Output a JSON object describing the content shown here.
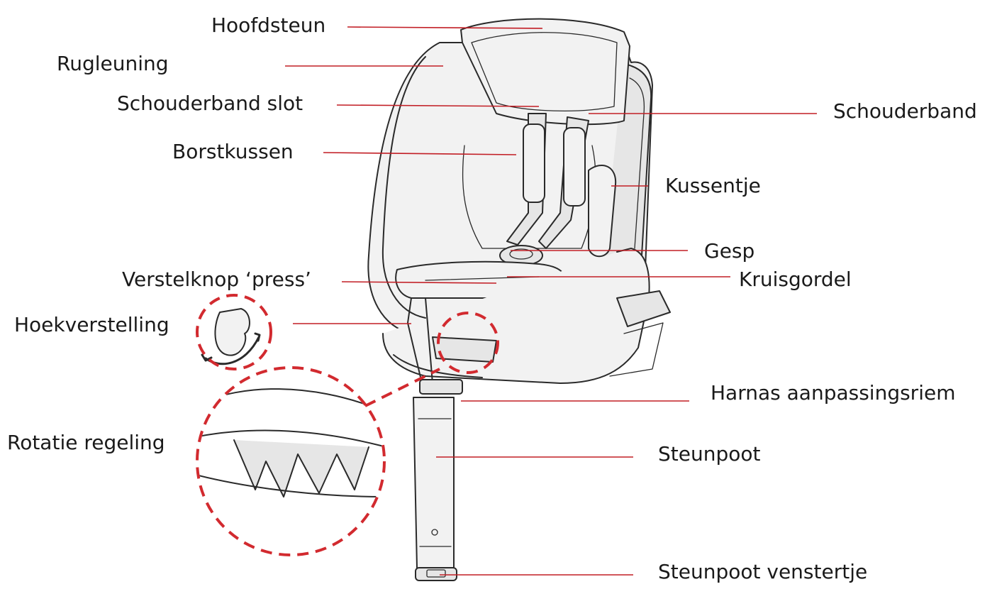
{
  "labels": {
    "hoofdsteun": "Hoofdsteun",
    "rugleuning": "Rugleuning",
    "schouderband_slot": "Schouderband slot",
    "schouderband": "Schouderband",
    "borstkussen": "Borstkussen",
    "kussentje": "Kussentje",
    "gesp": "Gesp",
    "verstelknop": "Verstelknop ‘press’",
    "kruisgordel": "Kruisgordel",
    "hoekverstelling": "Hoekverstelling",
    "harnas": "Harnas aanpassingsriem",
    "rotatie": "Rotatie regeling",
    "steunpoot": "Steunpoot",
    "steunpoot_venstertje": "Steunpoot venstertje"
  },
  "colors": {
    "leader": "#c21e25",
    "callout": "#d22a2f",
    "text": "#1a1a1a"
  },
  "icons": [
    "car-seat-drawing",
    "angle-adjust-icon",
    "rotation-detail-icon"
  ]
}
